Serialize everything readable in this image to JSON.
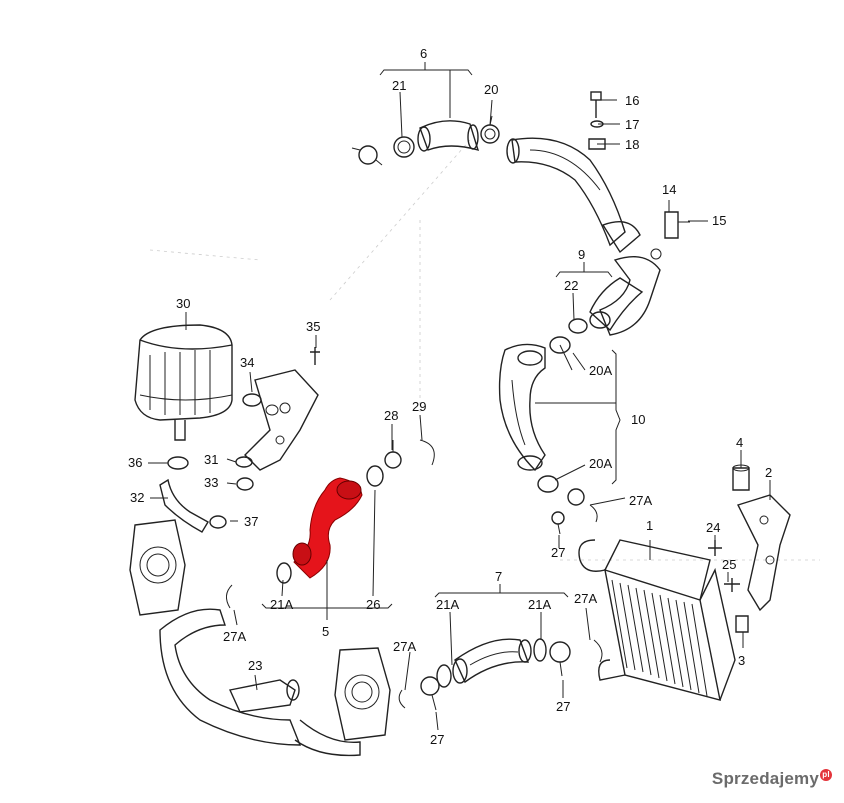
{
  "diagram": {
    "labels": [
      "6",
      "21",
      "20",
      "16",
      "17",
      "18",
      "14",
      "15",
      "9",
      "22",
      "20A",
      "10",
      "20A",
      "27A",
      "27",
      "1",
      "4",
      "2",
      "24",
      "25",
      "3",
      "30",
      "35",
      "34",
      "31",
      "33",
      "36",
      "32",
      "37",
      "28",
      "29",
      "21A",
      "26",
      "5",
      "7",
      "21A",
      "21A",
      "27A",
      "27A",
      "27",
      "23",
      "27A",
      "27"
    ],
    "highlight_color": "#e5141b",
    "line_color": "#222222"
  },
  "watermark": {
    "text": "Sprzedajemy",
    "badge": "pl"
  }
}
